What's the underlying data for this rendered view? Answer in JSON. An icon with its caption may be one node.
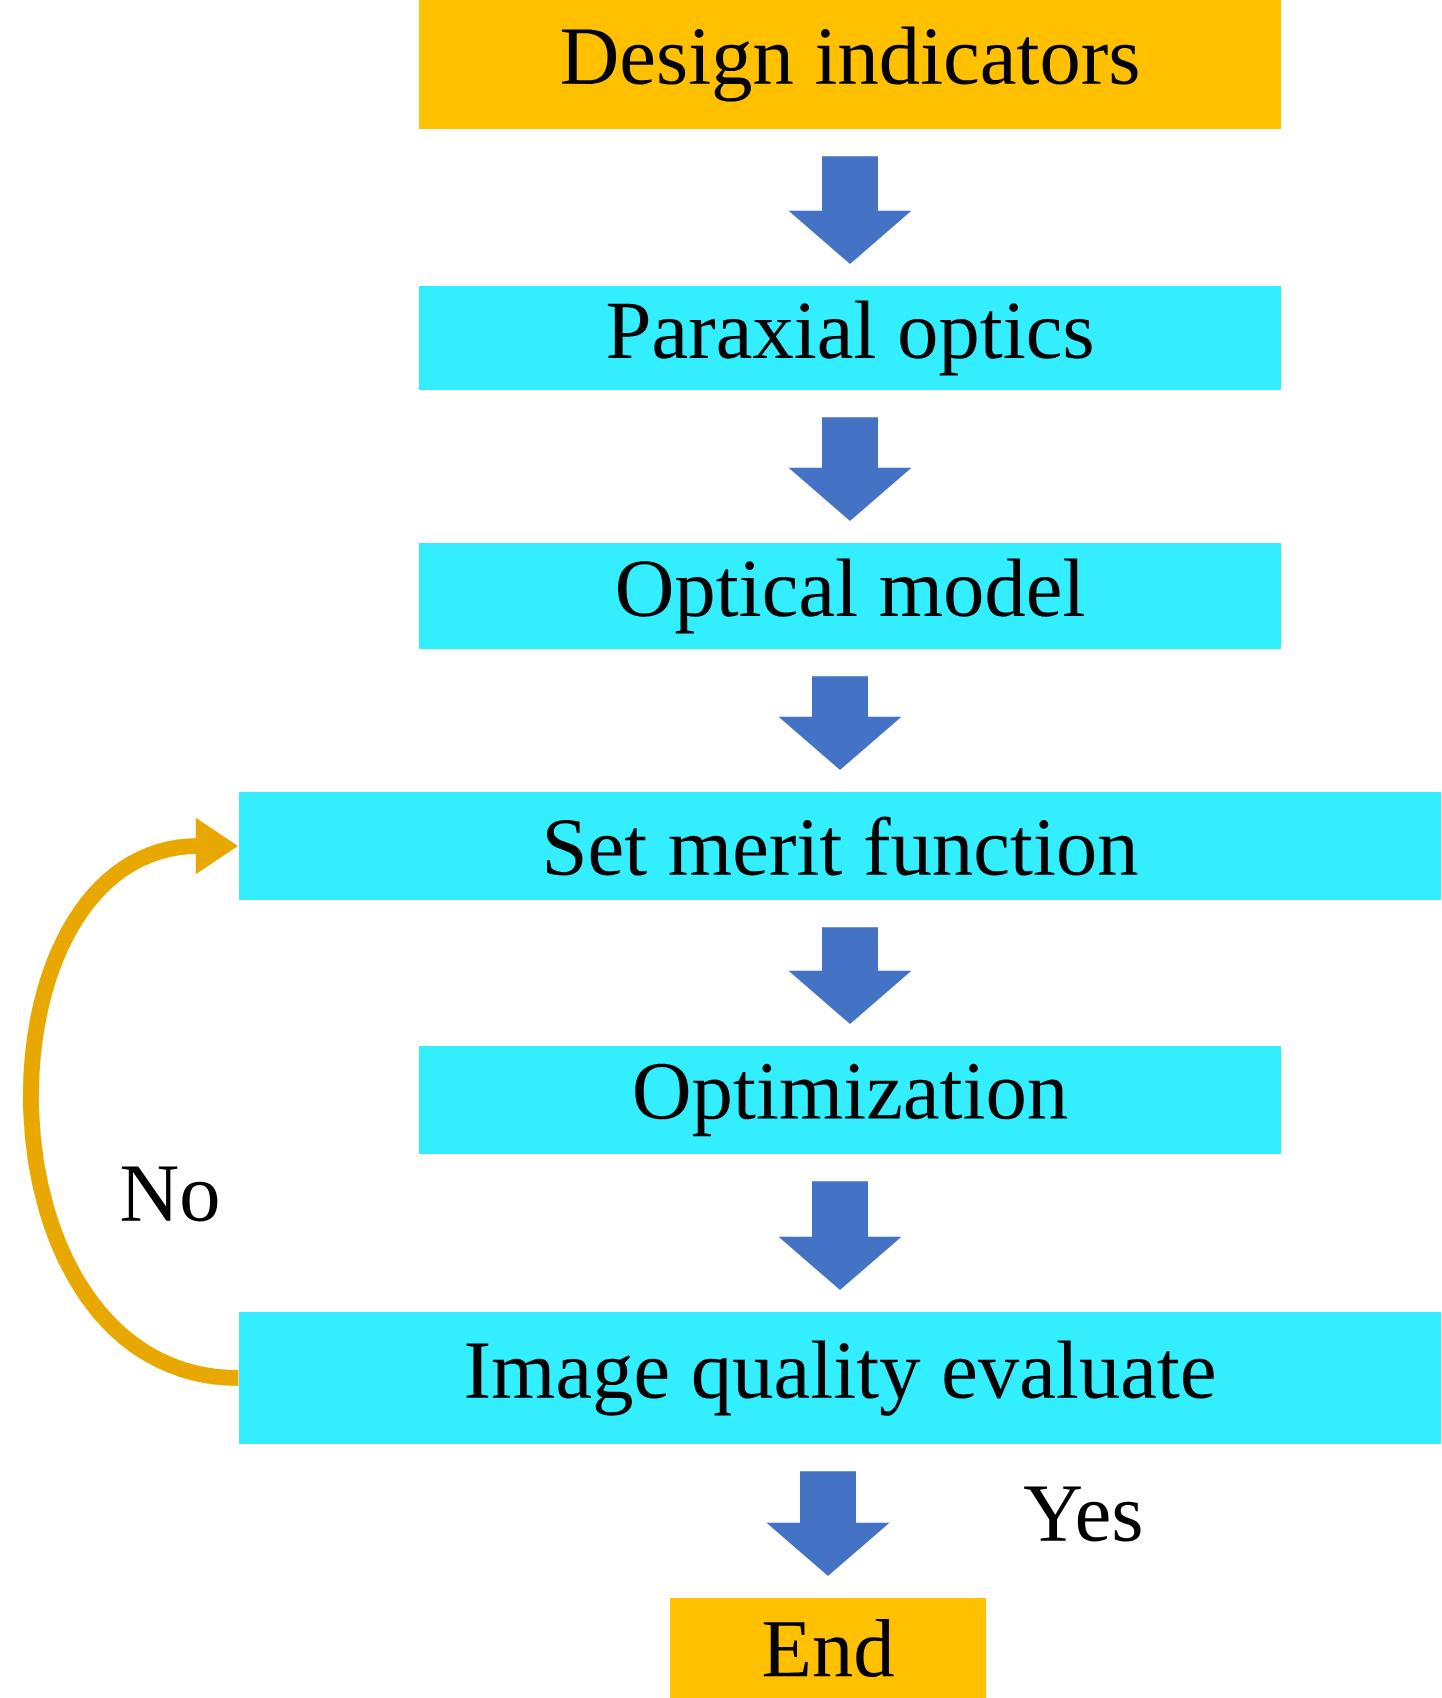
{
  "diagram": {
    "nodes": [
      {
        "text": [
          "Design indicators"
        ]
      },
      {
        "text": [
          "Paraxial optics"
        ]
      },
      {
        "text": [
          "Optical model"
        ]
      },
      {
        "text": [
          "Set merit function"
        ]
      },
      {
        "text": [
          "Optimization"
        ]
      },
      {
        "text": [
          "Image quality evaluate"
        ]
      },
      {
        "text": [
          "End"
        ]
      }
    ],
    "edges": [
      {
        "from": 0,
        "to": 1,
        "arrow": "to"
      },
      {
        "from": 1,
        "to": 2,
        "arrow": "to"
      },
      {
        "from": 2,
        "to": 3,
        "arrow": "to"
      },
      {
        "from": 3,
        "to": 4,
        "arrow": "to"
      },
      {
        "from": 4,
        "to": 5,
        "arrow": "to"
      },
      {
        "from": 5,
        "to": 6,
        "arrow": "to",
        "label": "Yes"
      },
      {
        "from": 5,
        "to": 3,
        "arrow": "to",
        "label": "No",
        "color": "#E8A800"
      }
    ]
  }
}
